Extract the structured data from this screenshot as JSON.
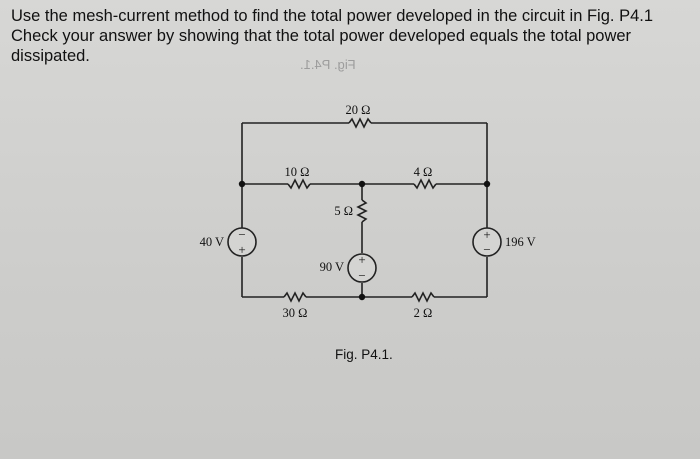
{
  "problem": {
    "line1": "Use the mesh-current method to find the total power developed in the circuit in Fig. P4.1",
    "line2": "Check your answer by showing that the total power developed equals the total power",
    "line3": "dissipated."
  },
  "bleed_through": "Fig. P4.1.",
  "figure": {
    "caption": "Fig. P4.1.",
    "labels": {
      "r20": "20 Ω",
      "r10": "10 Ω",
      "r4": "4 Ω",
      "r5": "5 Ω",
      "r30": "30 Ω",
      "r2": "2 Ω",
      "v40": "40 V",
      "v90": "90 V",
      "v196": "196 V"
    },
    "source_signs": {
      "plus": "+",
      "minus": "−"
    }
  }
}
